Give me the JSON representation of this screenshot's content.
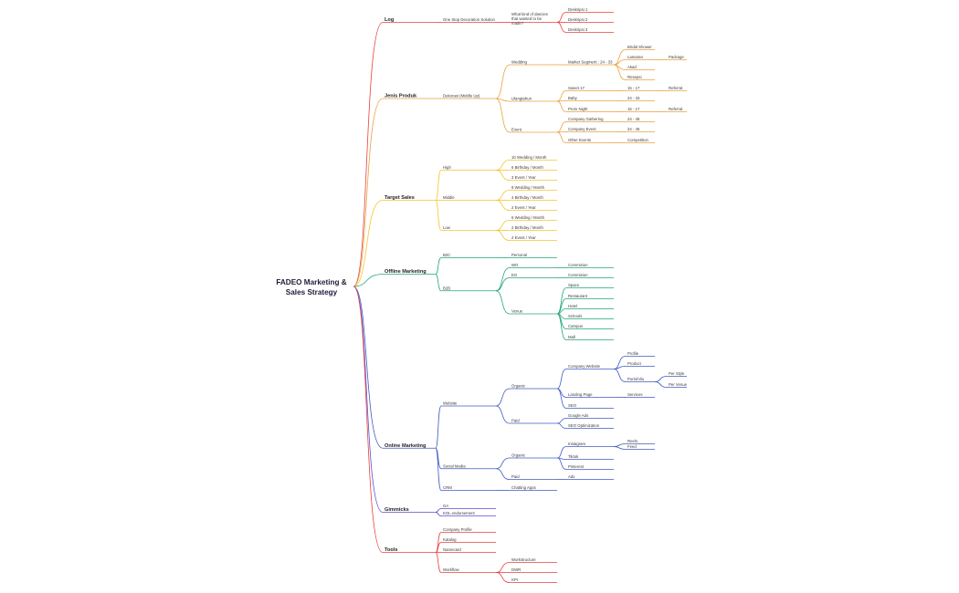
{
  "root": {
    "line1": "FADEO Marketing &",
    "line2": "Sales Strategy"
  },
  "branches": [
    {
      "label": "Log",
      "color": "#e8413c",
      "children": [
        {
          "label": "One Stop Decoration Solution",
          "children": [
            {
              "label": "What kind of dancies that wanted to be made?",
              "lines": [
                "What kind of dancies",
                "that wanted to be",
                "made?"
              ],
              "children": [
                {
                  "label": "Deskripsi 1"
                },
                {
                  "label": "Deskripsi 2"
                },
                {
                  "label": "Deskripsi 3"
                }
              ]
            }
          ]
        }
      ]
    },
    {
      "label": "Jenis Produk",
      "color": "#e8a23c",
      "children": [
        {
          "label": "Dekorasi (Middle Up)",
          "children": [
            {
              "label": "Wedding",
              "children": [
                {
                  "label": "Market Segment : 24 - 33",
                  "children": [
                    {
                      "label": "Bridal Shower"
                    },
                    {
                      "label": "Lamaran",
                      "children": [
                        {
                          "label": "Package"
                        }
                      ]
                    },
                    {
                      "label": "Akad"
                    },
                    {
                      "label": "Resepsi"
                    }
                  ]
                }
              ]
            },
            {
              "label": "Ulangtahun",
              "children": [
                {
                  "label": "Sweet 17",
                  "children": [
                    {
                      "label": "15 - 17",
                      "children": [
                        {
                          "label": "Referral"
                        }
                      ]
                    }
                  ]
                },
                {
                  "label": "Baby",
                  "children": [
                    {
                      "label": "24 - 33"
                    }
                  ]
                },
                {
                  "label": "Prom Night",
                  "children": [
                    {
                      "label": "15 - 17",
                      "children": [
                        {
                          "label": "Referral"
                        }
                      ]
                    }
                  ]
                }
              ]
            },
            {
              "label": "Event",
              "children": [
                {
                  "label": "Company Gathering",
                  "children": [
                    {
                      "label": "24 - 45"
                    }
                  ]
                },
                {
                  "label": "Company Event",
                  "children": [
                    {
                      "label": "24 - 45"
                    }
                  ]
                },
                {
                  "label": "Other Events",
                  "children": [
                    {
                      "label": "Competition"
                    }
                  ]
                }
              ]
            }
          ]
        }
      ]
    },
    {
      "label": "Target Sales",
      "color": "#f2c532",
      "children": [
        {
          "label": "High",
          "children": [
            {
              "label": "10 Wedding / Month"
            },
            {
              "label": "6 Birthday / Month"
            },
            {
              "label": "3 Event / Year"
            }
          ]
        },
        {
          "label": "Middle",
          "children": [
            {
              "label": "8 Wedding / Month"
            },
            {
              "label": "4 Birthday / Month"
            },
            {
              "label": "2 Event / Year"
            }
          ]
        },
        {
          "label": "Low",
          "children": [
            {
              "label": "6 Wedding / Month"
            },
            {
              "label": "2 Birthday / Month"
            },
            {
              "label": "2 Event / Year"
            }
          ]
        }
      ]
    },
    {
      "label": "Offline Marketing",
      "color": "#1fa67a",
      "children": [
        {
          "label": "B2C",
          "children": [
            {
              "label": "Personal"
            }
          ]
        },
        {
          "label": "B2B",
          "children": [
            {
              "label": "WO",
              "children": [
                {
                  "label": "Commision"
                }
              ]
            },
            {
              "label": "EO",
              "children": [
                {
                  "label": "Commision"
                }
              ]
            },
            {
              "label": "Venue",
              "children": [
                {
                  "label": "Space"
                },
                {
                  "label": "Restaurant"
                },
                {
                  "label": "Hotel"
                },
                {
                  "label": "Schools"
                },
                {
                  "label": "Campus"
                },
                {
                  "label": "Mall"
                }
              ]
            }
          ]
        }
      ]
    },
    {
      "label": "Online Marketing",
      "color": "#3f5bc4",
      "children": [
        {
          "label": "Website",
          "children": [
            {
              "label": "Organic",
              "children": [
                {
                  "label": "Company Website",
                  "children": [
                    {
                      "label": "Profile"
                    },
                    {
                      "label": "Product"
                    },
                    {
                      "label": "Portofolio",
                      "children": [
                        {
                          "label": "Per Style"
                        },
                        {
                          "label": "Per Venue"
                        }
                      ]
                    }
                  ]
                },
                {
                  "label": "Landing Page",
                  "children": [
                    {
                      "label": "Services"
                    }
                  ]
                },
                {
                  "label": "SEO"
                }
              ]
            },
            {
              "label": "Paid",
              "children": [
                {
                  "label": "Google Ads"
                },
                {
                  "label": "SEO Optimization"
                }
              ]
            }
          ]
        },
        {
          "label": "Social Media",
          "children": [
            {
              "label": "Organic",
              "children": [
                {
                  "label": "Instagram",
                  "children": [
                    {
                      "label": "Reels"
                    },
                    {
                      "label": "Feed"
                    }
                  ]
                },
                {
                  "label": "Tiktok"
                },
                {
                  "label": "Pinterest"
                }
              ]
            },
            {
              "label": "Paid",
              "children": [
                {
                  "label": "Ads"
                }
              ]
            }
          ]
        },
        {
          "label": "CRM",
          "children": [
            {
              "label": "Chatting Apps"
            }
          ]
        }
      ]
    },
    {
      "label": "Gimmicks",
      "color": "#5b4bd6",
      "children": [
        {
          "label": "GA"
        },
        {
          "label": "KOL endorsement"
        }
      ]
    },
    {
      "label": "Tools",
      "color": "#e8413c",
      "children": [
        {
          "label": "Company Profile"
        },
        {
          "label": "Katalog"
        },
        {
          "label": "Namecard"
        },
        {
          "label": "Workflow",
          "children": [
            {
              "label": "Workstructure"
            },
            {
              "label": "DWR"
            },
            {
              "label": "KPI"
            }
          ]
        }
      ]
    }
  ]
}
